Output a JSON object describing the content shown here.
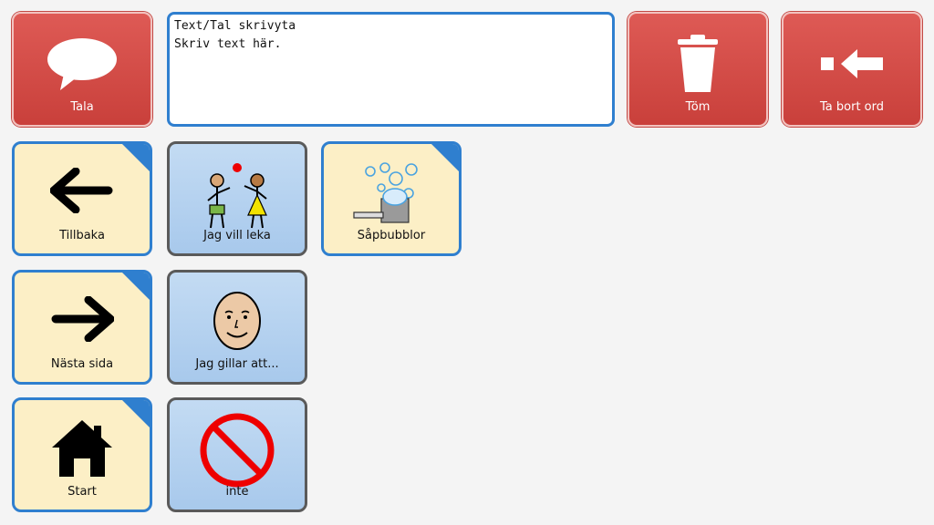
{
  "top_bar": {
    "speak_label": "Tala",
    "text_area": {
      "line1": "Text/Tal skrivyta",
      "line2": "Skriv text här."
    },
    "clear_label": "Töm",
    "delete_word_label": "Ta bort ord"
  },
  "grid": {
    "back_label": "Tillbaka",
    "play_label": "Jag vill leka",
    "bubbles_label": "Såpbubblor",
    "next_label": "Nästa sida",
    "like_label": "Jag gillar att...",
    "home_label": "Start",
    "not_label": "inte"
  },
  "colors": {
    "red_button": "#d04a45",
    "yellow_tile": "#fcefc6",
    "blue_tile": "#b4d1ef",
    "accent_border": "#2f7fcf"
  },
  "icons": {
    "speak": "speech-bubble-icon",
    "clear": "trash-can-icon",
    "delete_word": "backspace-arrow-icon",
    "back": "arrow-left-icon",
    "play": "children-playing-icon",
    "bubbles": "soap-bubbles-icon",
    "next": "arrow-right-icon",
    "like": "smiling-face-icon",
    "home": "house-icon",
    "not": "prohibition-icon"
  }
}
